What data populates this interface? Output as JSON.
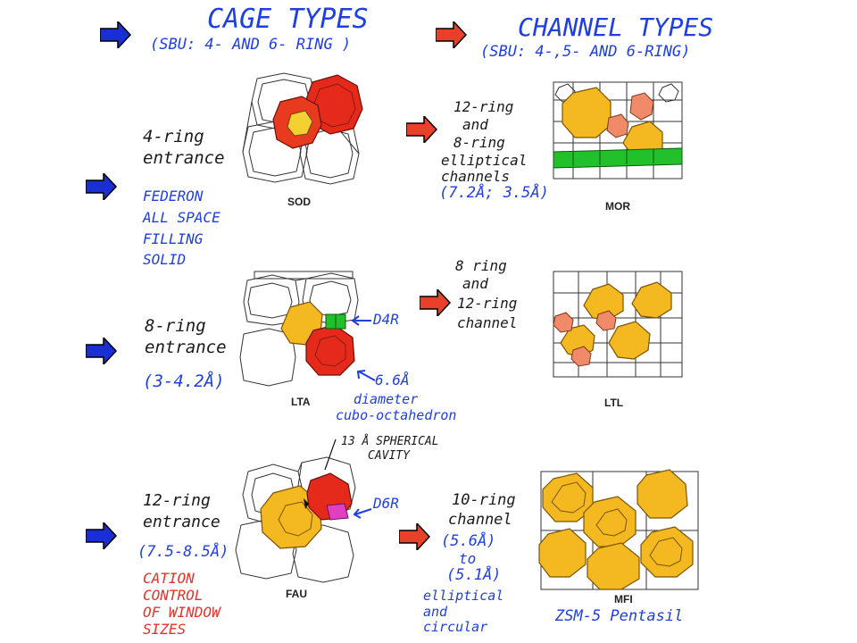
{
  "headers": {
    "cage_title": "CAGE TYPES",
    "cage_subtitle": "(SBU: 4- AND 6- RING )",
    "channel_title": "CHANNEL TYPES",
    "channel_subtitle": "(SBU: 4-,5- AND 6-RING)"
  },
  "colors": {
    "arrow_blue": "#1a2ed6",
    "arrow_red": "#e8402a",
    "ink_blue": "#1f3fe0",
    "ink_red": "#e8312a",
    "cage_red": "#e52a1c",
    "cage_yellow": "#f4b820",
    "ring_green": "#22c02a",
    "ring_salmon": "#f08a68",
    "ring_magenta": "#e040c0"
  },
  "cages": [
    {
      "label": "SOD",
      "notes_black": [
        "4-ring",
        "entrance"
      ],
      "notes_colored": [
        "FEDERON",
        "ALL SPACE",
        "FILLING",
        "SOLID"
      ]
    },
    {
      "label": "LTA",
      "notes_black": [
        "8-ring",
        "entrance"
      ],
      "notes_size": "(3-4.2Å)",
      "callout_top": "D4R",
      "callout_bottom": [
        "6.6Å",
        "diameter",
        "cubo-octahedron"
      ]
    },
    {
      "label": "FAU",
      "notes_black": [
        "12-ring",
        "entrance"
      ],
      "notes_size": "(7.5-8.5Å)",
      "callout_top": [
        "13 Å SPHERICAL",
        "CAVITY"
      ],
      "callout_side": "D6R",
      "notes_colored": [
        "CATION",
        "CONTROL",
        "OF WINDOW",
        "SIZES"
      ]
    }
  ],
  "channels": [
    {
      "label": "MOR",
      "notes": [
        "12-ring",
        "and",
        "8-ring",
        "elliptical",
        "channels"
      ],
      "notes_size": "(7.2Å; 3.5Å)"
    },
    {
      "label": "LTL",
      "notes": [
        "8 ring",
        "and",
        "12-ring",
        "channel"
      ]
    },
    {
      "label": "MFI",
      "notes": [
        "10-ring",
        "channel"
      ],
      "notes_size": [
        "(5.6Å)",
        "to",
        "(5.1Å)"
      ],
      "notes_shape": [
        "elliptical",
        "and",
        "circular"
      ],
      "caption": "ZSM-5 Pentasil"
    }
  ]
}
